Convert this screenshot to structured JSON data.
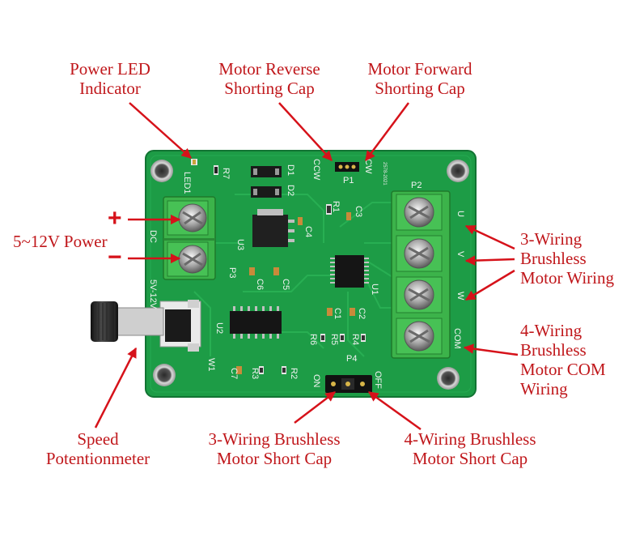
{
  "labels": {
    "power_led": [
      "Power LED",
      "Indicator"
    ],
    "motor_reverse": [
      "Motor Reverse",
      "Shorting Cap"
    ],
    "motor_forward": [
      "Motor Forward",
      "Shorting Cap"
    ],
    "power_input": "5~12V Power",
    "three_wiring": [
      "3-Wiring",
      "Brushless",
      "Motor Wiring"
    ],
    "four_wiring_com": [
      "4-Wiring",
      "Brushless",
      "Motor COM",
      "Wiring"
    ],
    "speed_pot": [
      "Speed",
      "Potentionmeter"
    ],
    "three_wiring_cap": [
      "3-Wiring Brushless",
      "Motor Short Cap"
    ],
    "four_wiring_cap": [
      "4-Wiring Brushless",
      "Motor Short Cap"
    ],
    "plus_sign": "+",
    "minus_sign": "−"
  },
  "board": {
    "ref_led": "LED1",
    "ref_r7": "R7",
    "ref_d1": "D1",
    "ref_d2": "D2",
    "ref_ccw": "CCW",
    "ref_cw": "CW",
    "ref_p1": "P1",
    "ref_p2": "P2",
    "ref_r1": "R1",
    "ref_c3": "C3",
    "ref_u3": "U3",
    "ref_c4": "C4",
    "ref_dc": "DC",
    "ref_p3": "P3",
    "ref_c6": "C6",
    "ref_c5": "C5",
    "ref_u1": "U1",
    "ref_5v": "5V-12V",
    "ref_u2": "U2",
    "ref_c1": "C1",
    "ref_c2": "C2",
    "ref_r6": "R6",
    "ref_r5": "R5",
    "ref_r4": "R4",
    "ref_p4": "P4",
    "ref_w1": "W1",
    "ref_c7": "C7",
    "ref_r3": "R3",
    "ref_r2": "R2",
    "ref_on": "ON",
    "ref_off": "OFF",
    "ref_u": "U",
    "ref_v": "V",
    "ref_w": "W",
    "ref_com": "COM",
    "ref_date": "2578-2021"
  },
  "colors": {
    "label_red": "#c0171b",
    "pcb_green": "#1d9c46",
    "terminal_green": "#3cb34a"
  }
}
